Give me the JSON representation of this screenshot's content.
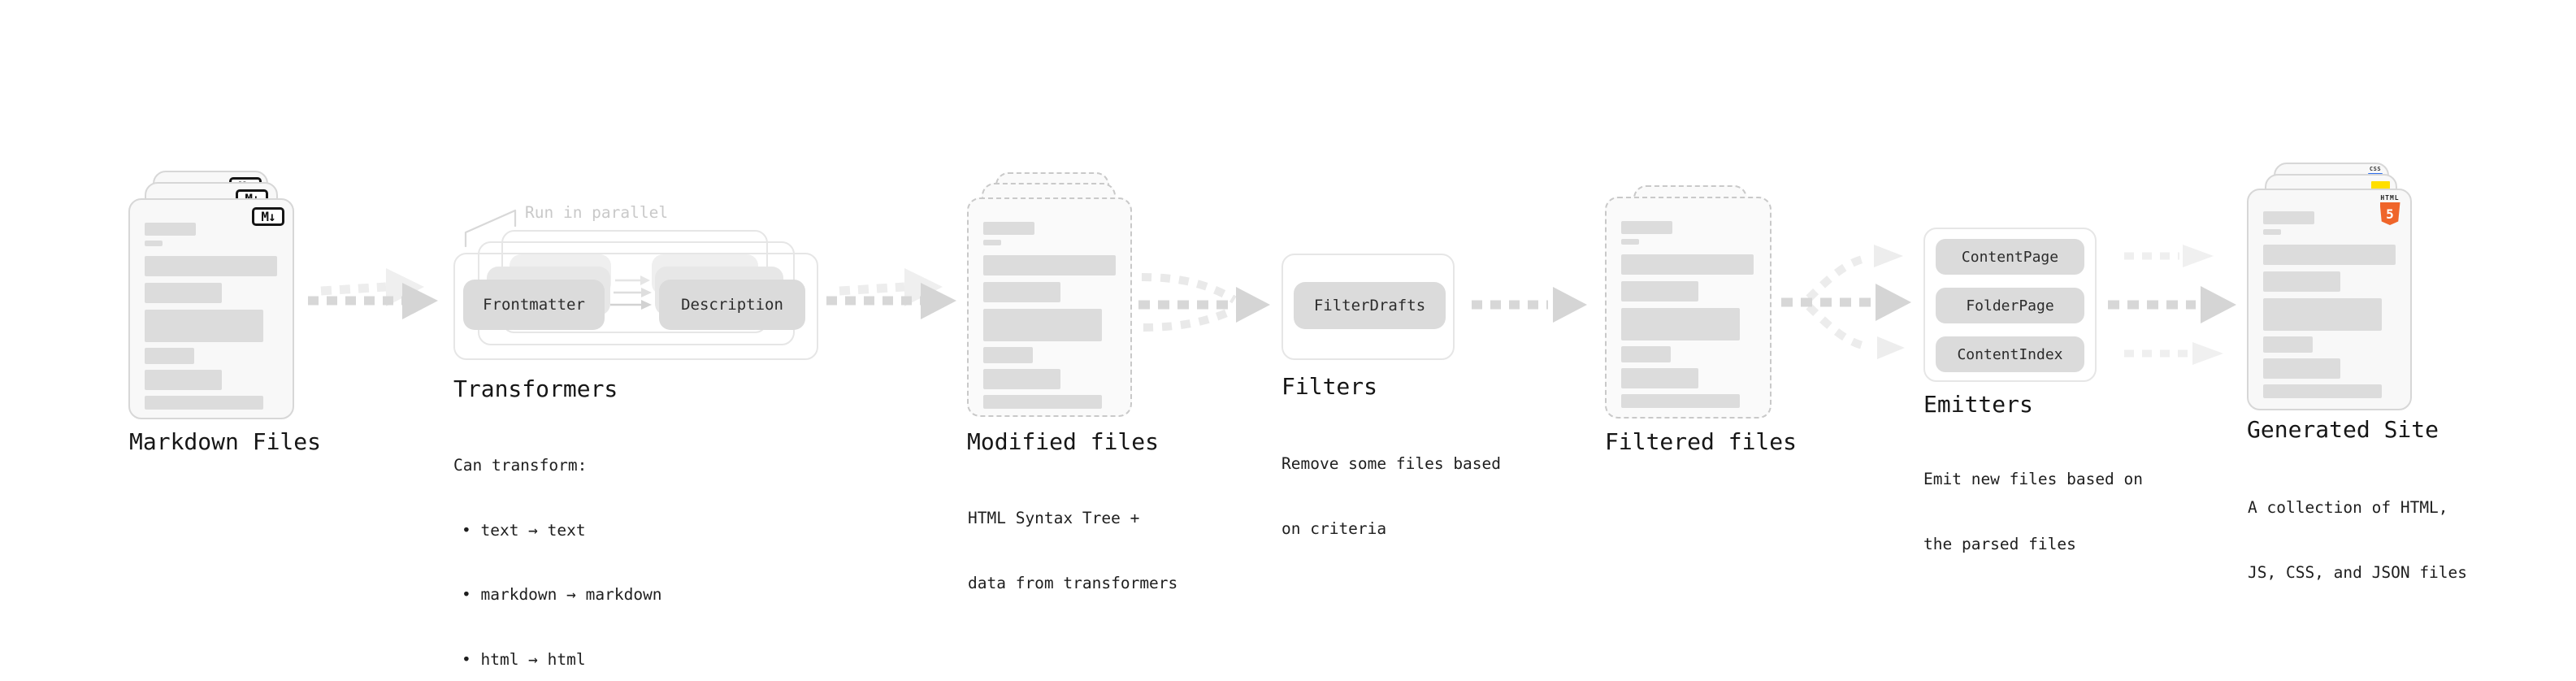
{
  "figure": {
    "run_in_parallel": "Run in parallel"
  },
  "stages": {
    "markdown": {
      "title": "Markdown Files",
      "badge": "M↓"
    },
    "transformers": {
      "title": "Transformers",
      "pill_left": "Frontmatter",
      "pill_right": "Description",
      "desc_heading": "Can transform:",
      "bullets": [
        "text → text",
        "markdown → markdown",
        "html → html"
      ]
    },
    "modified": {
      "title": "Modified files",
      "desc_line1": "HTML Syntax Tree +",
      "desc_line2": "data from transformers"
    },
    "filters": {
      "title": "Filters",
      "pill": "FilterDrafts",
      "desc_line1": "Remove some files based",
      "desc_line2": "on criteria"
    },
    "filtered": {
      "title": "Filtered files"
    },
    "emitters": {
      "title": "Emitters",
      "pills": [
        "ContentPage",
        "FolderPage",
        "ContentIndex"
      ],
      "desc_line1": "Emit new files based on",
      "desc_line2": "the parsed files"
    },
    "generated": {
      "title": "Generated Site",
      "desc_line1": "A collection of HTML,",
      "desc_line2": "JS, CSS, and JSON files",
      "badge_css": "CSS",
      "badge_html_word": "HTML",
      "badge_html_num": "5"
    }
  },
  "colors": {
    "html5_orange": "#ef652a",
    "js_yellow": "#ffdf00",
    "css_blue": "#2f6fed",
    "bar_gray": "#dcdcdc"
  }
}
